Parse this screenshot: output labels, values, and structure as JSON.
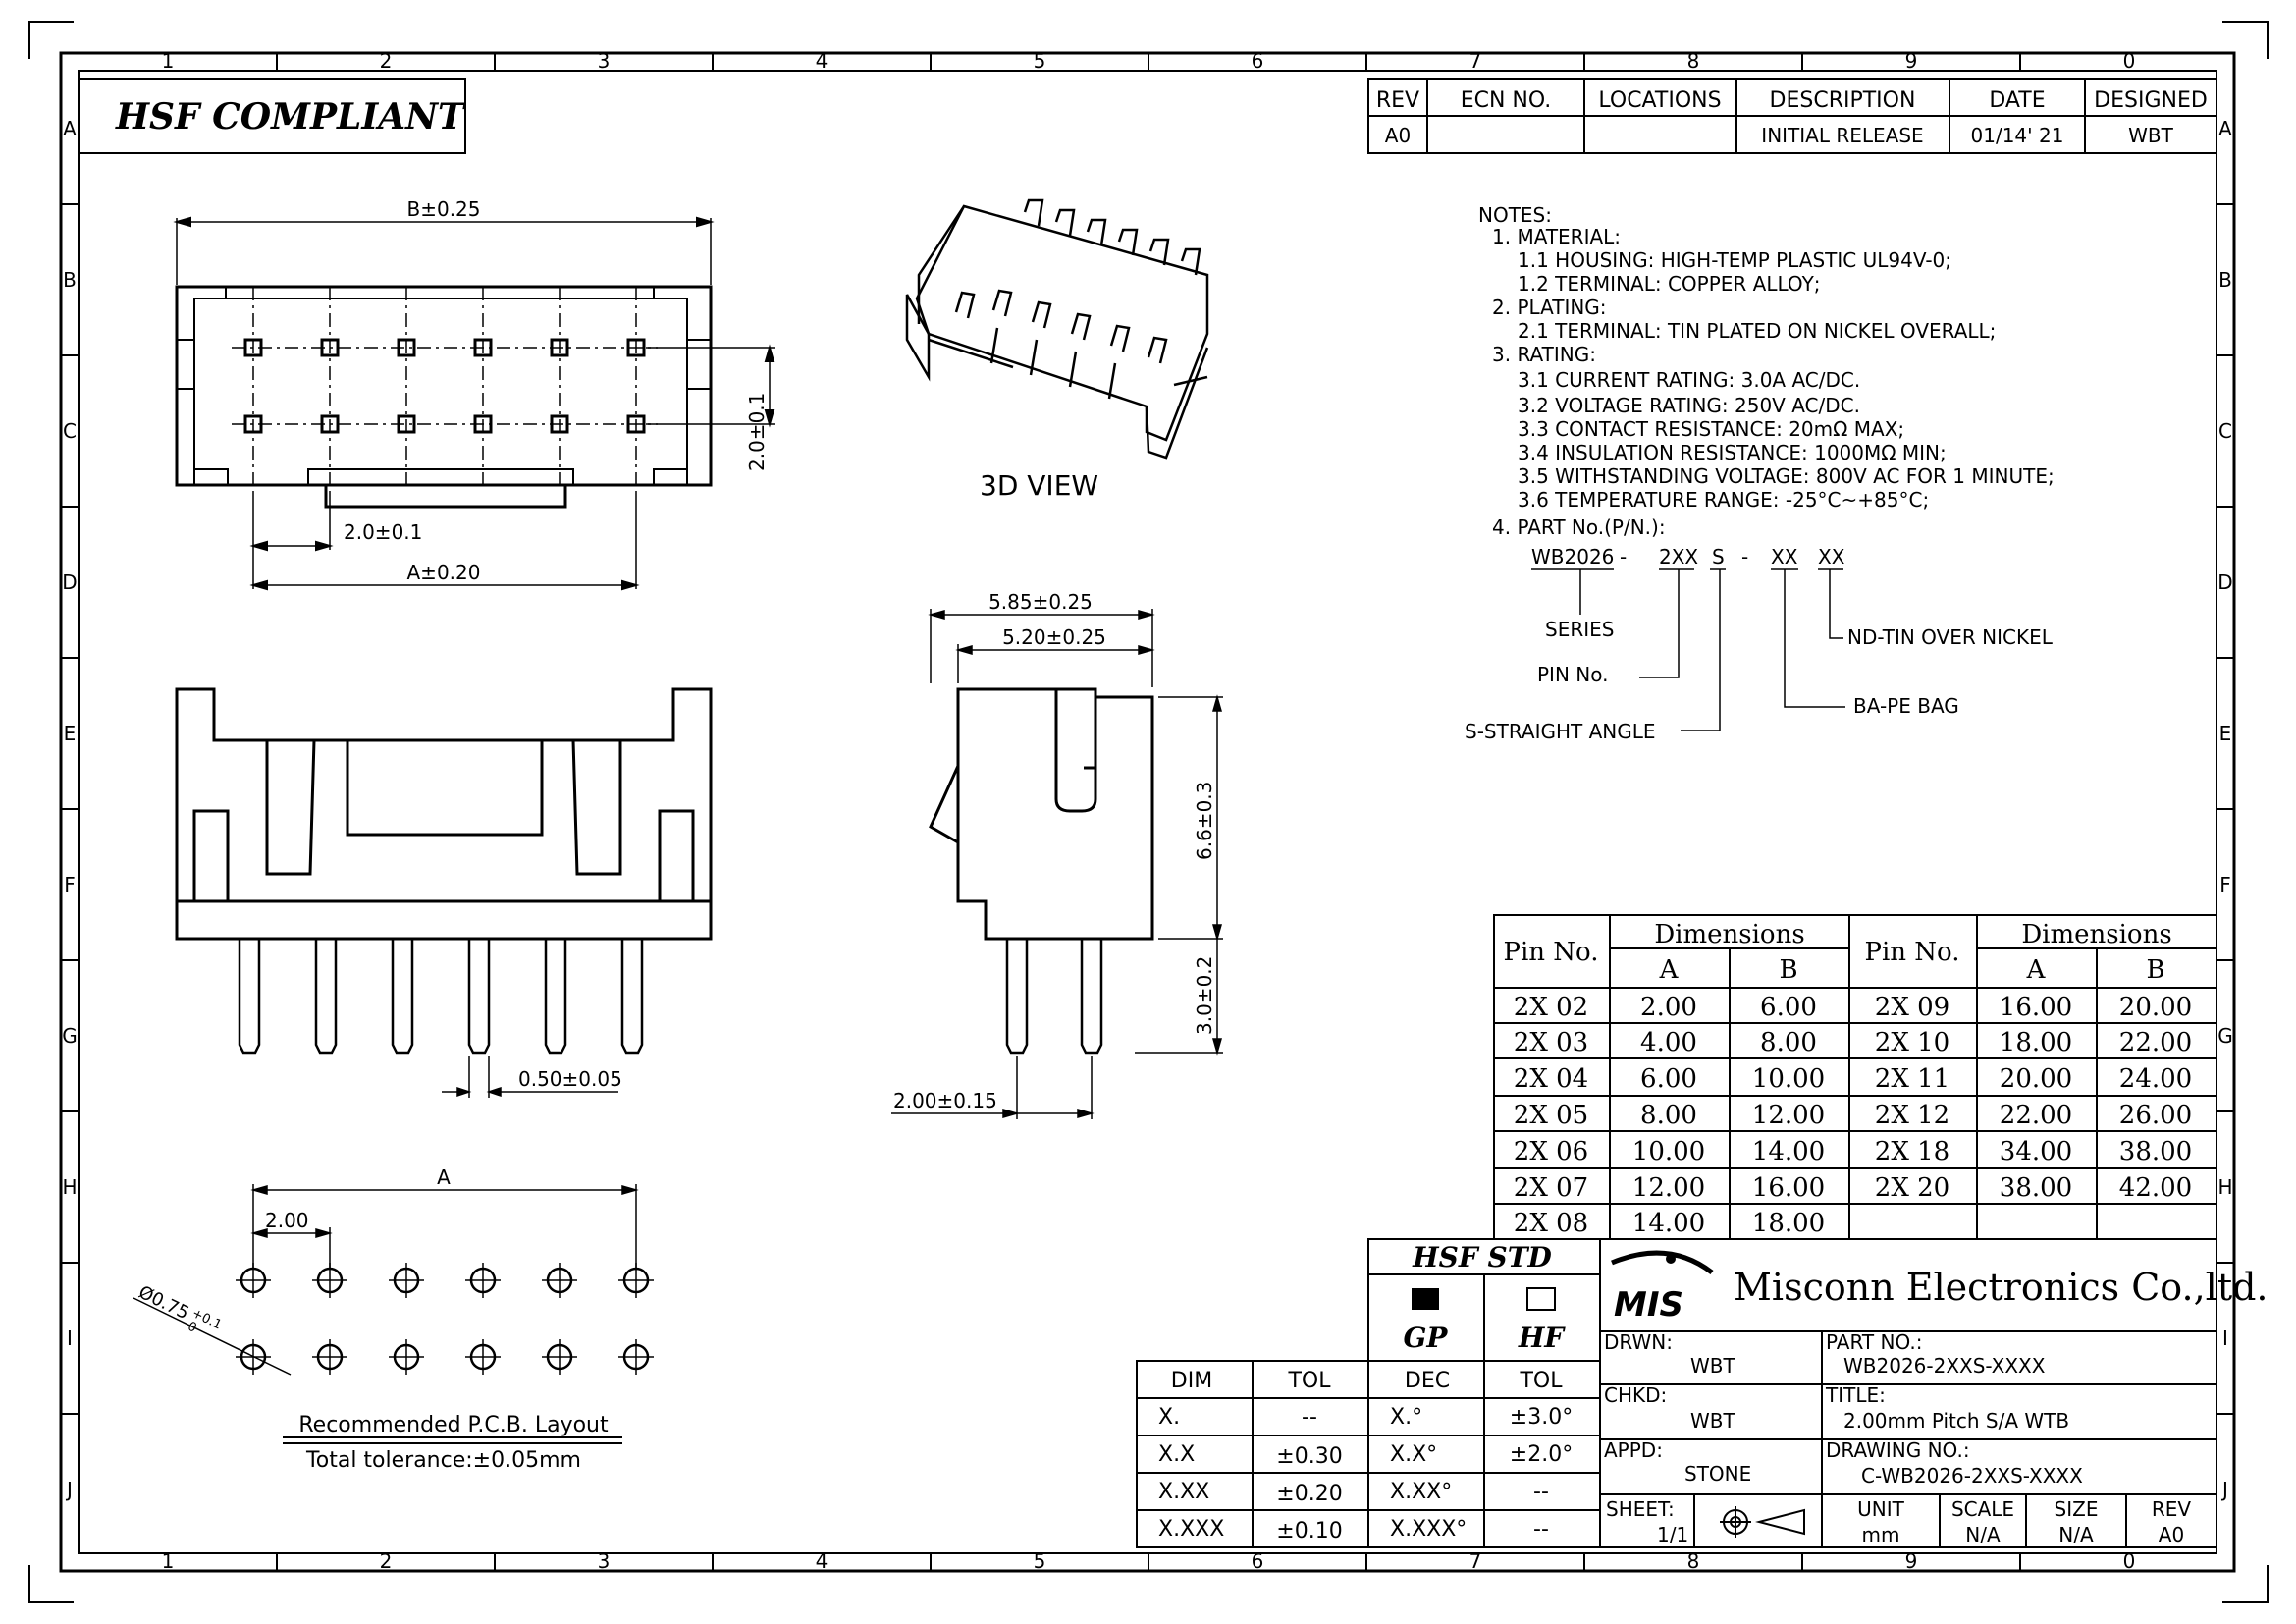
{
  "frame": {
    "col_labels": [
      "1",
      "2",
      "3",
      "4",
      "5",
      "6",
      "7",
      "8",
      "9",
      "0"
    ],
    "row_labels": [
      "A",
      "B",
      "C",
      "D",
      "E",
      "F",
      "G",
      "H",
      "I",
      "J"
    ]
  },
  "compliance": "HSF COMPLIANT",
  "revision_table": {
    "headers": [
      "REV",
      "ECN NO.",
      "LOCATIONS",
      "DESCRIPTION",
      "DATE",
      "DESIGNED"
    ],
    "row": [
      "A0",
      "",
      "",
      "INITIAL RELEASE",
      "01/14' 21",
      "WBT"
    ]
  },
  "views": {
    "top_dims": {
      "b": "B±0.25",
      "a": "A±0.20",
      "pitch": "2.0±0.1",
      "row_pitch": "2.0±0.1"
    },
    "view3d_label": "3D VIEW",
    "front_dims": {
      "pin_width": "0.50±0.05"
    },
    "side_dims": {
      "d585": "5.85±0.25",
      "d520": "5.20±0.25",
      "h66": "6.6±0.3",
      "h30": "3.0±0.2",
      "pin_spacing": "2.00±0.15"
    },
    "pcb": {
      "a": "A",
      "pitch": "2.00",
      "hole": "Ø0.75",
      "hole_tol_plus": "+0.1",
      "hole_tol_minus": "0",
      "caption": "Recommended P.C.B. Layout",
      "tolerance": "Total tolerance:±0.05mm"
    }
  },
  "notes": {
    "heading": "NOTES:",
    "lines": [
      "1. MATERIAL:",
      "1.1 HOUSING:  HIGH-TEMP PLASTIC UL94V-0;",
      "1.2 TERMINAL:  COPPER ALLOY;",
      "2. PLATING:",
      "2.1 TERMINAL: TIN PLATED ON NICKEL OVERALL;",
      "3. RATING:",
      "3.1 CURRENT RATING:  3.0A AC/DC.",
      "3.2 VOLTAGE RATING:  250V AC/DC.",
      "3.3 CONTACT RESISTANCE:  20mΩ MAX;",
      "3.4 INSULATION RESISTANCE:  1000MΩ MIN;",
      "3.5 WITHSTANDING VOLTAGE:  800V AC FOR 1 MINUTE;",
      "3.6 TEMPERATURE RANGE:  -25°C~+85°C;",
      "4. PART No.(P/N.):"
    ],
    "part_code": {
      "series_code": "WB2026",
      "dash1": "-",
      "pin_code": "2XX",
      "s_code": "S",
      "dash2": "-",
      "ba_code": "XX",
      "nd_code": "XX"
    },
    "part_legend": {
      "series": "SERIES",
      "pin": "PIN No.",
      "straight": "S-STRAIGHT ANGLE",
      "nd": "ND-TIN OVER NICKEL",
      "ba": "BA-PE BAG"
    }
  },
  "dim_table": {
    "h_pin": "Pin No.",
    "h_dims": "Dimensions",
    "h_a": "A",
    "h_b": "B",
    "left": [
      [
        "2X 02",
        "2.00",
        "6.00"
      ],
      [
        "2X 03",
        "4.00",
        "8.00"
      ],
      [
        "2X 04",
        "6.00",
        "10.00"
      ],
      [
        "2X 05",
        "8.00",
        "12.00"
      ],
      [
        "2X 06",
        "10.00",
        "14.00"
      ],
      [
        "2X 07",
        "12.00",
        "16.00"
      ],
      [
        "2X 08",
        "14.00",
        "18.00"
      ]
    ],
    "right": [
      [
        "2X 09",
        "16.00",
        "20.00"
      ],
      [
        "2X 10",
        "18.00",
        "22.00"
      ],
      [
        "2X 11",
        "20.00",
        "24.00"
      ],
      [
        "2X 12",
        "22.00",
        "26.00"
      ],
      [
        "2X 18",
        "34.00",
        "38.00"
      ],
      [
        "2X 20",
        "38.00",
        "42.00"
      ]
    ]
  },
  "tolerance_table": {
    "headers": [
      "DIM",
      "TOL"
    ],
    "rows": [
      [
        "X.",
        "--"
      ],
      [
        "X.X",
        "±0.30"
      ],
      [
        "X.XX",
        "±0.20"
      ],
      [
        "X.XXX",
        "±0.10"
      ]
    ]
  },
  "hsf_std": {
    "title": "HSF STD",
    "gp": "GP",
    "hf": "HF",
    "headers": [
      "DEC",
      "TOL"
    ],
    "rows": [
      [
        "X.°",
        "±3.0°"
      ],
      [
        "X.X°",
        "±2.0°"
      ],
      [
        "X.XX°",
        "--"
      ],
      [
        "X.XXX°",
        "--"
      ]
    ]
  },
  "title_block": {
    "company_logo": "MIS",
    "company": "Misconn Electronics Co.,ltd.",
    "drwn_label": "DRWN:",
    "drwn": "WBT",
    "chkd_label": "CHKD:",
    "chkd": "WBT",
    "appd_label": "APPD:",
    "appd": "STONE",
    "part_no_label": "PART NO.:",
    "part_no": "WB2026-2XXS-XXXX",
    "title_label": "TITLE:",
    "title": "2.00mm Pitch S/A WTB",
    "drawing_no_label": "DRAWING NO.:",
    "drawing_no": "C-WB2026-2XXS-XXXX",
    "sheet_label": "SHEET:",
    "sheet": "1/1",
    "unit_label": "UNIT",
    "unit": "mm",
    "scale_label": "SCALE",
    "scale": "N/A",
    "size_label": "SIZE",
    "size": "N/A",
    "rev_label": "REV",
    "rev": "A0"
  }
}
